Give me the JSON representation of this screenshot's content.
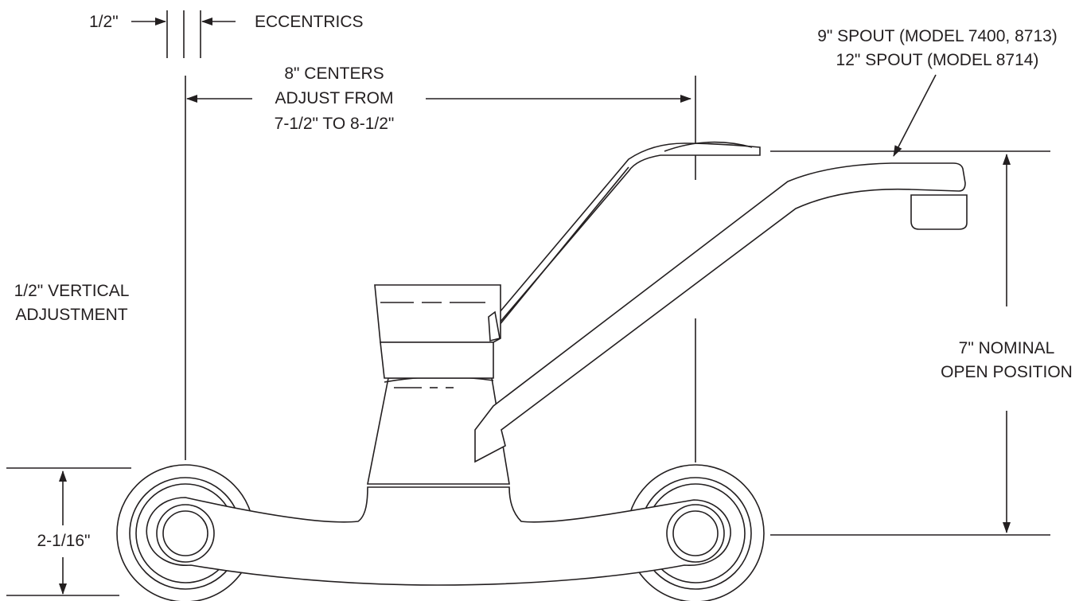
{
  "labels": {
    "half_inch": "1/2\"",
    "eccentrics": "ECCENTRICS",
    "centers_line1": "8\" CENTERS",
    "centers_line2": "ADJUST FROM",
    "centers_line3": "7-1/2\" TO 8-1/2\"",
    "spout_line1": "9\" SPOUT (MODEL 7400, 8713)",
    "spout_line2": "12\" SPOUT (MODEL 8714)",
    "vertical_line1": "1/2\" VERTICAL",
    "vertical_line2": "ADJUSTMENT",
    "nominal_line1": "7\" NOMINAL",
    "nominal_line2": "OPEN POSITION",
    "height_base": "2-1/16\""
  },
  "colors": {
    "ink": "#231f20",
    "paper": "#ffffff"
  }
}
